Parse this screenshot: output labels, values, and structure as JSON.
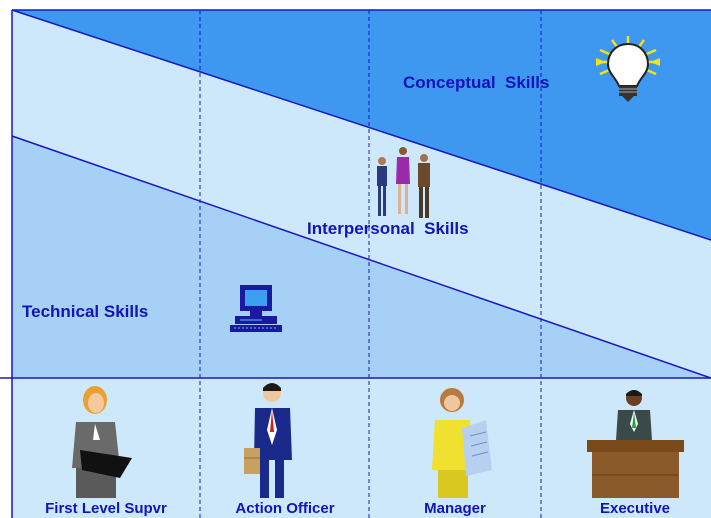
{
  "skills": {
    "conceptual": "Conceptual  Skills",
    "interpersonal": "Interpersonal  Skills",
    "technical": "Technical Skills"
  },
  "levels": [
    "First Level Supvr",
    "Action Officer",
    "Manager",
    "Executive"
  ],
  "colors": {
    "conceptual_band": "#3e98f0",
    "interpersonal_band": "#cde8fb",
    "technical_band": "#a6d0f5",
    "bottom_band": "#cde8fb",
    "line": "#1818c0",
    "label": "#1313b8"
  },
  "icons": [
    "lightbulb-icon",
    "people-group-icon",
    "computer-icon",
    "supervisor-figure",
    "officer-figure",
    "manager-figure",
    "executive-figure"
  ]
}
